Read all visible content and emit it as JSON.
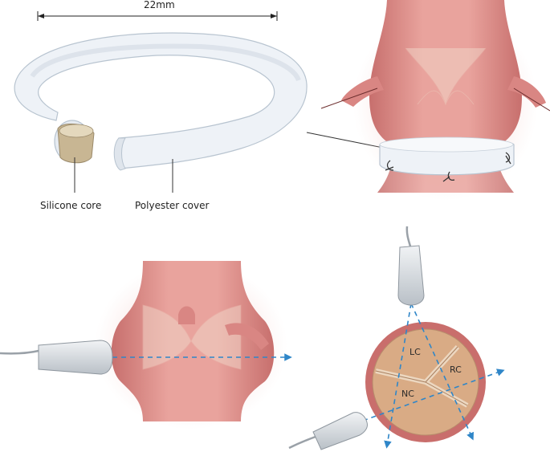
{
  "diagram": {
    "dimension_label": "22mm",
    "callouts": {
      "silicone_core": "Silicone core",
      "polyester_cover": "Polyester cover"
    },
    "cusps": {
      "left": "LC",
      "right": "RC",
      "non": "NC"
    }
  },
  "colors": {
    "tissue": "#e3948e",
    "tissue_dark": "#c96e6c",
    "ring_fabric": "#eef2f7",
    "ring_edge": "#b8c4d0",
    "valve_tan": "#d9ab85",
    "beam": "#2f86c8",
    "probe": "#d8dde2"
  },
  "icons": {
    "ultrasound_probe": "ultrasound-probe-icon",
    "beam_arrow": "arrowhead-icon"
  }
}
